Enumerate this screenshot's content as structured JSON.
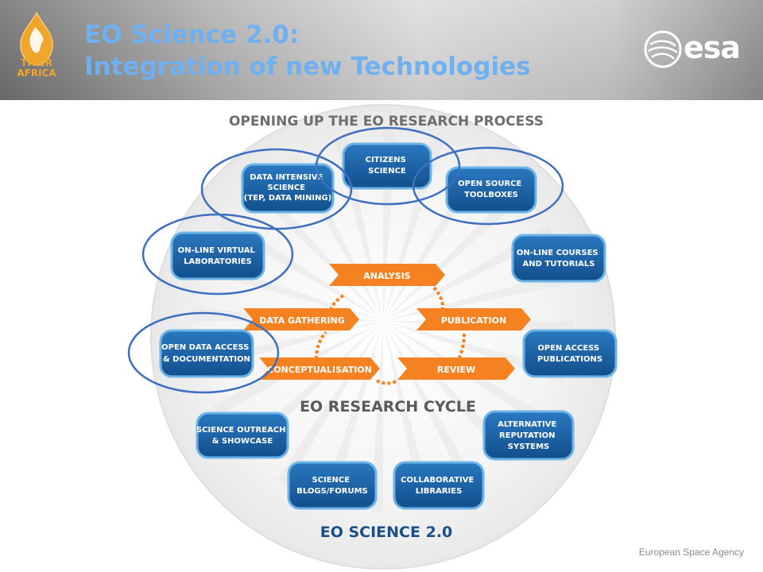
{
  "header": {
    "title_line1": "EO Science 2.0:",
    "title_line2": "Integration of new Technologies",
    "tiger_logo_text_1": "TIGER",
    "tiger_logo_text_2": "AFRICA",
    "esa_logo_text": "esa",
    "colors": {
      "title": "#6fb0f0",
      "tiger": "#f0a52c"
    }
  },
  "diagram": {
    "heading": "OPENING UP THE EO RESEARCH PROCESS",
    "cycle_title": "EO RESEARCH CYCLE",
    "footer_title": "EO SCIENCE 2.0",
    "colors": {
      "box": "#1a63a8",
      "box_border": "#6cb4e8",
      "orange": "#f58220",
      "highlight_ring": "#3e6fc0"
    },
    "cycle_steps": [
      "ANALYSIS",
      "DATA GATHERING",
      "PUBLICATION",
      "CONCEPTUALISATION",
      "REVIEW"
    ],
    "boxes": [
      [
        "CITIZENS",
        "SCIENCE"
      ],
      [
        "DATA INTENSIVE",
        "SCIENCE",
        "(TEP, DATA MINING)"
      ],
      [
        "OPEN SOURCE",
        "TOOLBOXES"
      ],
      [
        "ON-LINE VIRTUAL",
        "LABORATORIES"
      ],
      [
        "ON-LINE COURSES",
        "AND TUTORIALS"
      ],
      [
        "OPEN DATA ACCESS",
        "& DOCUMENTATION"
      ],
      [
        "OPEN ACCESS",
        "PUBLICATIONS"
      ],
      [
        "SCIENCE OUTREACH",
        "& SHOWCASE"
      ],
      [
        "ALTERNATIVE",
        "REPUTATION",
        "SYSTEMS"
      ],
      [
        "SCIENCE",
        "BLOGS/FORUMS"
      ],
      [
        "COLLABORATIVE",
        "LIBRARIES"
      ]
    ]
  },
  "footer": {
    "agency": "European Space Agency"
  }
}
